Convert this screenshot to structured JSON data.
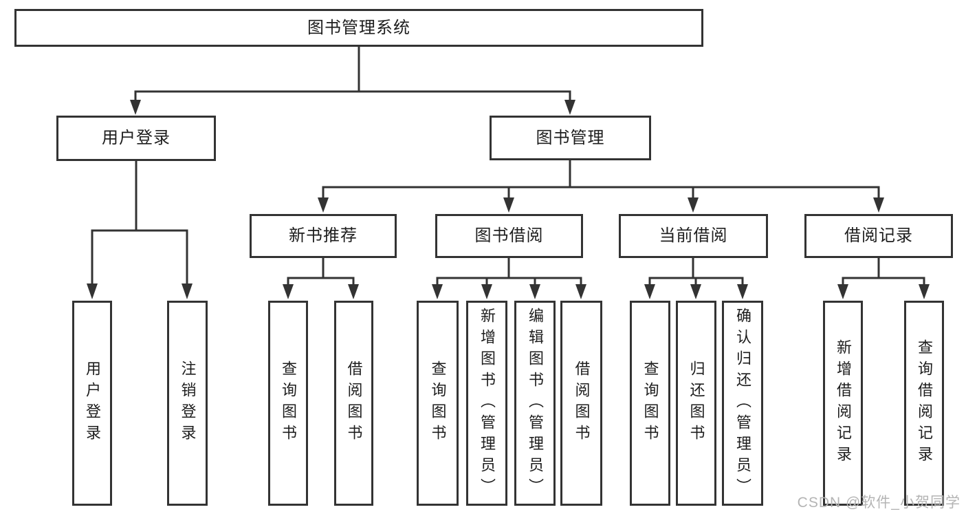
{
  "diagram_title": "图书管理系统",
  "colors": {
    "line": "#333333",
    "box_border": "#333333",
    "box_background": "#ffffff",
    "text": "#1d1d1d",
    "watermark": "#b4b4b4"
  },
  "tree": {
    "root": {
      "label": "图书管理系统"
    },
    "branches": [
      {
        "label": "用户登录",
        "children": [
          {
            "label": "用户登录"
          },
          {
            "label": "注销登录"
          }
        ]
      },
      {
        "label": "图书管理",
        "children": [
          {
            "label": "新书推荐",
            "children": [
              {
                "label": "查询图书"
              },
              {
                "label": "借阅图书"
              }
            ]
          },
          {
            "label": "图书借阅",
            "children": [
              {
                "label": "查询图书"
              },
              {
                "label": "新增图书（管理员）"
              },
              {
                "label": "编辑图书（管理员）"
              },
              {
                "label": "借阅图书"
              }
            ]
          },
          {
            "label": "当前借阅",
            "children": [
              {
                "label": "查询图书"
              },
              {
                "label": "归还图书"
              },
              {
                "label": "确认归还（管理员）"
              }
            ]
          },
          {
            "label": "借阅记录",
            "children": [
              {
                "label": "新增借阅记录"
              },
              {
                "label": "查询借阅记录"
              }
            ]
          }
        ]
      }
    ]
  },
  "watermark": {
    "text": "CSDN @软件_小贺同学"
  }
}
